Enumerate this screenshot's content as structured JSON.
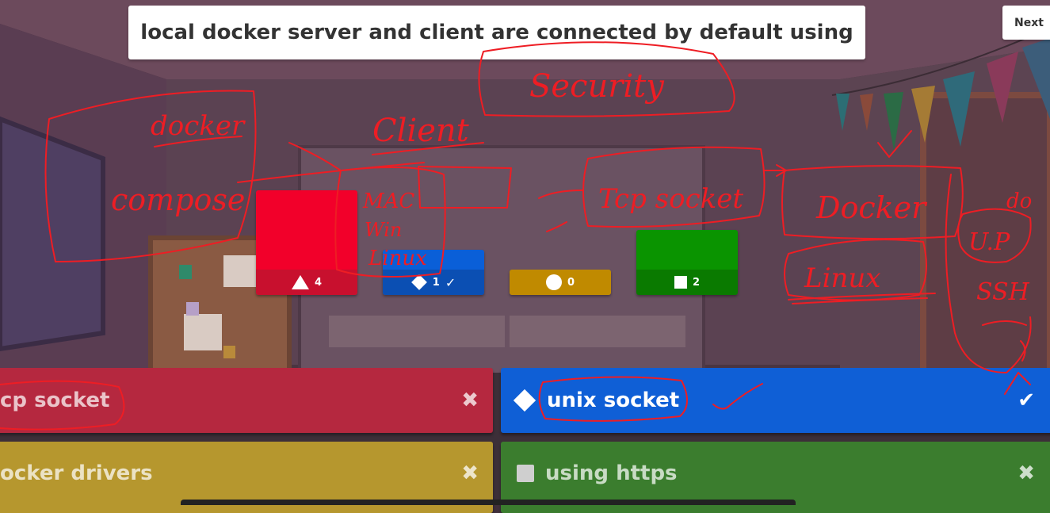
{
  "question": {
    "text": "local docker server and client are connected by default using"
  },
  "nav": {
    "next_label": "Next"
  },
  "results": [
    {
      "shape": "triangle",
      "count": "4",
      "color": "#e21b3c",
      "fraction": 1.0
    },
    {
      "shape": "diamond",
      "count": "1",
      "color": "#1368ce",
      "fraction": 0.25,
      "correct": true
    },
    {
      "shape": "circle",
      "count": "0",
      "color": "#d89e00",
      "fraction": 0.0
    },
    {
      "shape": "square",
      "count": "2",
      "color": "#26890c",
      "fraction": 0.5
    }
  ],
  "answers": [
    {
      "label": "cp socket",
      "mark": "✖",
      "color": "#b5283f"
    },
    {
      "label": "unix socket",
      "mark": "✔",
      "color": "#0f5fd6",
      "correct": true
    },
    {
      "label": "ocker drivers",
      "mark": "✖",
      "color": "#b6972e"
    },
    {
      "label": "using https",
      "mark": "✖",
      "color": "#3b7d2e"
    }
  ],
  "annotations": {
    "words": [
      "docker",
      "compose",
      "Client",
      "Security",
      "MAC",
      "Win",
      "Linux",
      "Tcp socket",
      "Docker",
      "Linux",
      "U.P",
      "SSH",
      "do"
    ]
  }
}
